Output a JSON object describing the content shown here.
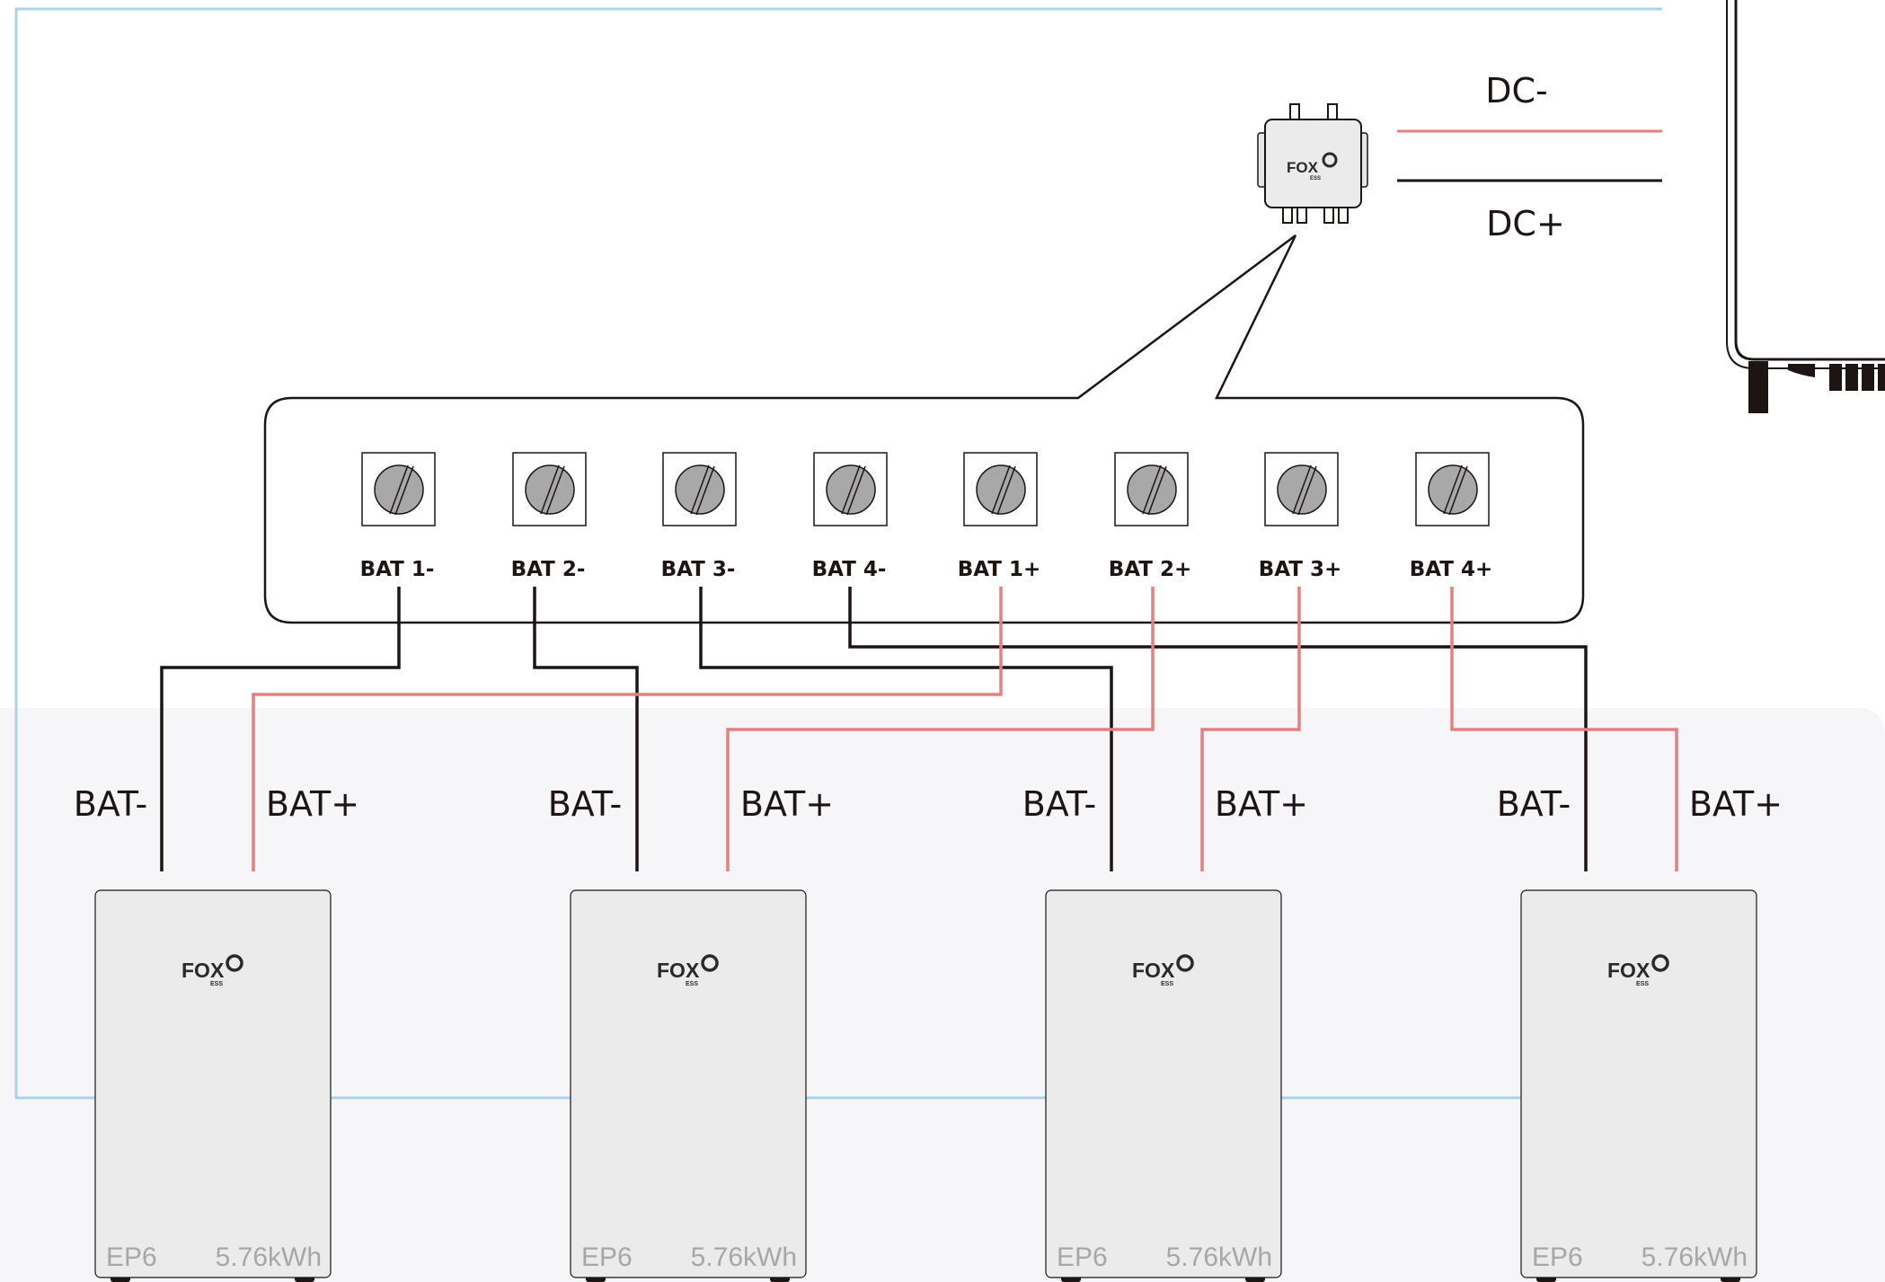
{
  "combiner": {
    "dc_negative_label": "DC-",
    "dc_positive_label": "DC+",
    "brand": "FOX",
    "brand_sub": "ESS"
  },
  "terminals": [
    {
      "label": "BAT 1-",
      "polarity": "negative"
    },
    {
      "label": "BAT 2-",
      "polarity": "negative"
    },
    {
      "label": "BAT 3-",
      "polarity": "negative"
    },
    {
      "label": "BAT 4-",
      "polarity": "negative"
    },
    {
      "label": "BAT 1+",
      "polarity": "positive"
    },
    {
      "label": "BAT 2+",
      "polarity": "positive"
    },
    {
      "label": "BAT 3+",
      "polarity": "positive"
    },
    {
      "label": "BAT 4+",
      "polarity": "positive"
    }
  ],
  "batteries": [
    {
      "neg_label": "BAT-",
      "pos_label": "BAT+",
      "brand": "FOX",
      "brand_sub": "ESS",
      "model": "EP6",
      "capacity": "5.76kWh"
    },
    {
      "neg_label": "BAT-",
      "pos_label": "BAT+",
      "brand": "FOX",
      "brand_sub": "ESS",
      "model": "EP6",
      "capacity": "5.76kWh"
    },
    {
      "neg_label": "BAT-",
      "pos_label": "BAT+",
      "brand": "FOX",
      "brand_sub": "ESS",
      "model": "EP6",
      "capacity": "5.76kWh"
    },
    {
      "neg_label": "BAT-",
      "pos_label": "BAT+",
      "brand": "FOX",
      "brand_sub": "ESS",
      "model": "EP6",
      "capacity": "5.76kWh"
    }
  ],
  "colors": {
    "negative_wire": "#1c1514",
    "positive_wire": "#e57f80",
    "comm_wire": "#a9d3ec",
    "battery_fill": "#ebebeb",
    "floor": "#f6f5f8"
  }
}
